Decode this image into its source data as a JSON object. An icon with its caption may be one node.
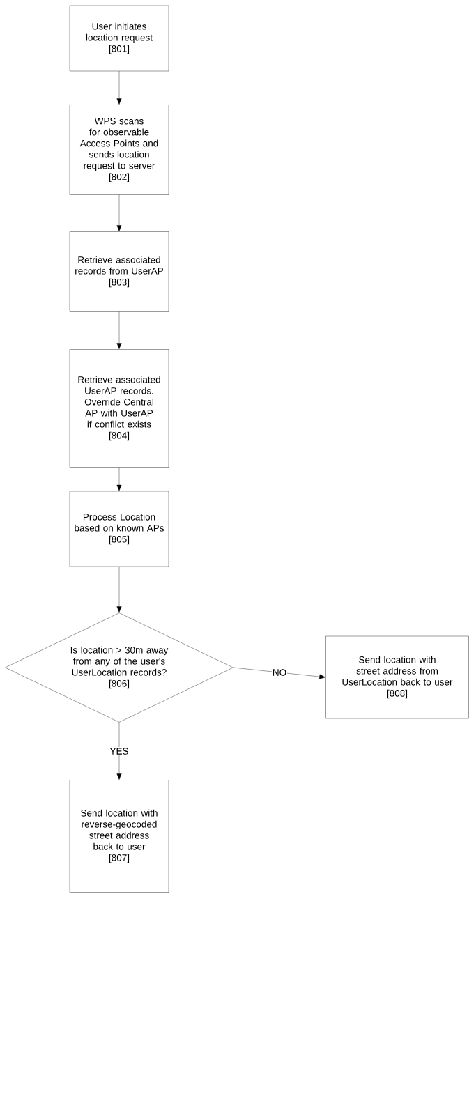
{
  "diagram": {
    "nodes": [
      {
        "text": [
          "User initiates location request",
          "[801]"
        ]
      },
      {
        "text": [
          "WPS scans for observable Access Points and sends location request to server",
          "[802]"
        ]
      },
      {
        "text": [
          "Retrieve associated records from UserAP",
          "[803]"
        ]
      },
      {
        "text": [
          "Retrieve associated UserAP records. Override Central AP with UserAP if conflict exists",
          "[804]"
        ]
      },
      {
        "text": [
          "Process Location based on known APs",
          "[805]"
        ]
      },
      {
        "text": [
          "Is location > 30m away from any of the user's UserLocation records?",
          "[806]"
        ]
      },
      {
        "text": [
          "Send location with street address from UserLocation back to user",
          "[808]"
        ]
      },
      {
        "text": [
          "Send location with reverse-geocoded street address back to user",
          "[807]"
        ]
      }
    ],
    "edges": [
      {
        "from": 0,
        "to": 1,
        "arrow": "to"
      },
      {
        "from": 1,
        "to": 2,
        "arrow": "to"
      },
      {
        "from": 2,
        "to": 3,
        "arrow": "to"
      },
      {
        "from": 3,
        "to": 4,
        "arrow": "to"
      },
      {
        "from": 4,
        "to": 5,
        "arrow": "to"
      },
      {
        "from": 5,
        "to": 6,
        "arrow": "to",
        "label": "NO"
      },
      {
        "from": 5,
        "to": 7,
        "arrow": "to",
        "label": "YES"
      }
    ]
  }
}
